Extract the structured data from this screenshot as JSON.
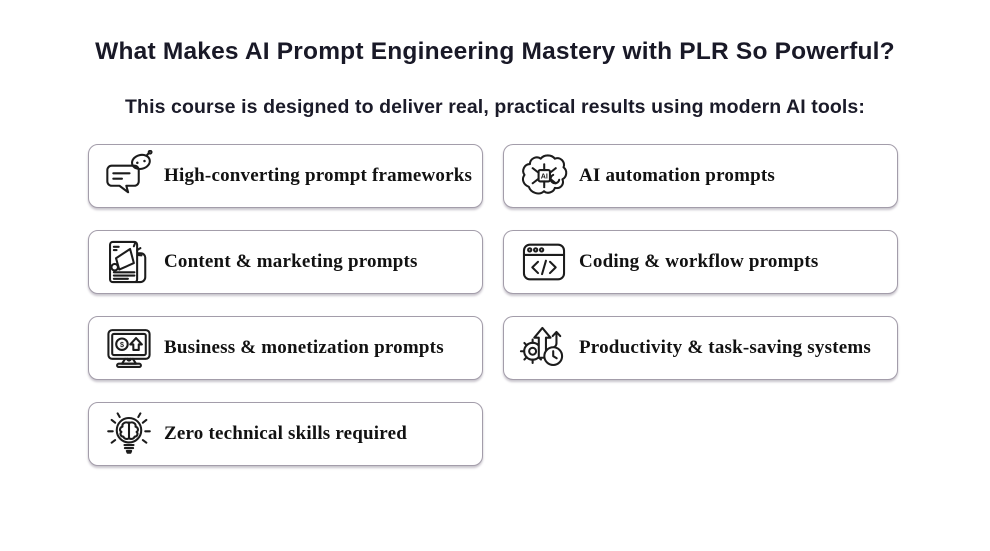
{
  "page": {
    "title": "What Makes AI Prompt Engineering Mastery with PLR So Powerful?",
    "subtitle": "This course is designed to deliver real, practical results using modern AI tools:"
  },
  "features": [
    {
      "label": "High-converting prompt frameworks",
      "icon": "chat-robot-icon"
    },
    {
      "label": "AI automation prompts",
      "icon": "brain-ai-chip-icon",
      "icon_text": "AI"
    },
    {
      "label": "Content & marketing prompts",
      "icon": "newspaper-megaphone-icon"
    },
    {
      "label": "Coding & workflow prompts",
      "icon": "code-window-icon"
    },
    {
      "label": "Business & monetization prompts",
      "icon": "monitor-dollar-arrow-icon",
      "icon_text": "$"
    },
    {
      "label": "Productivity & task-saving systems",
      "icon": "gear-arrow-clock-icon"
    },
    {
      "label": "Zero technical skills required",
      "icon": "lightbulb-brain-icon"
    }
  ],
  "colors": {
    "background": "#ffffff",
    "heading_text": "#191927",
    "card_text": "#121212",
    "card_border": "#a39daa",
    "icon_stroke": "#1c1c1c"
  }
}
